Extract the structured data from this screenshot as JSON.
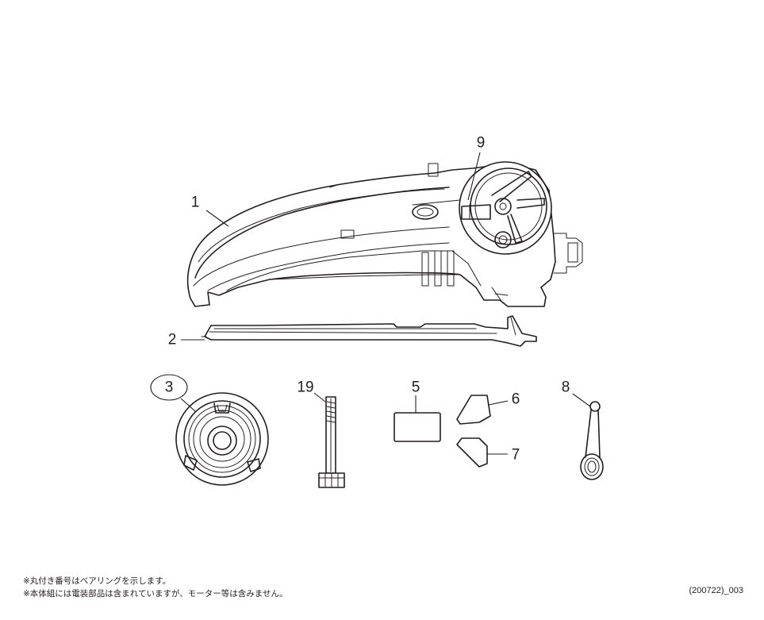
{
  "callouts": {
    "part_1": "1",
    "part_2": "2",
    "part_3": "3",
    "part_5": "5",
    "part_6": "6",
    "part_7": "7",
    "part_8": "8",
    "part_9": "9",
    "part_19": "19"
  },
  "notes": {
    "bearing_note": "※丸付き番号はベアリングを示します。",
    "body_set_note": "※本体組には電装部品は含まれていますが、モーター等は含みません。"
  },
  "diagram_code": "(200722)_003",
  "colors": {
    "line": "#231f20",
    "background": "#ffffff"
  }
}
